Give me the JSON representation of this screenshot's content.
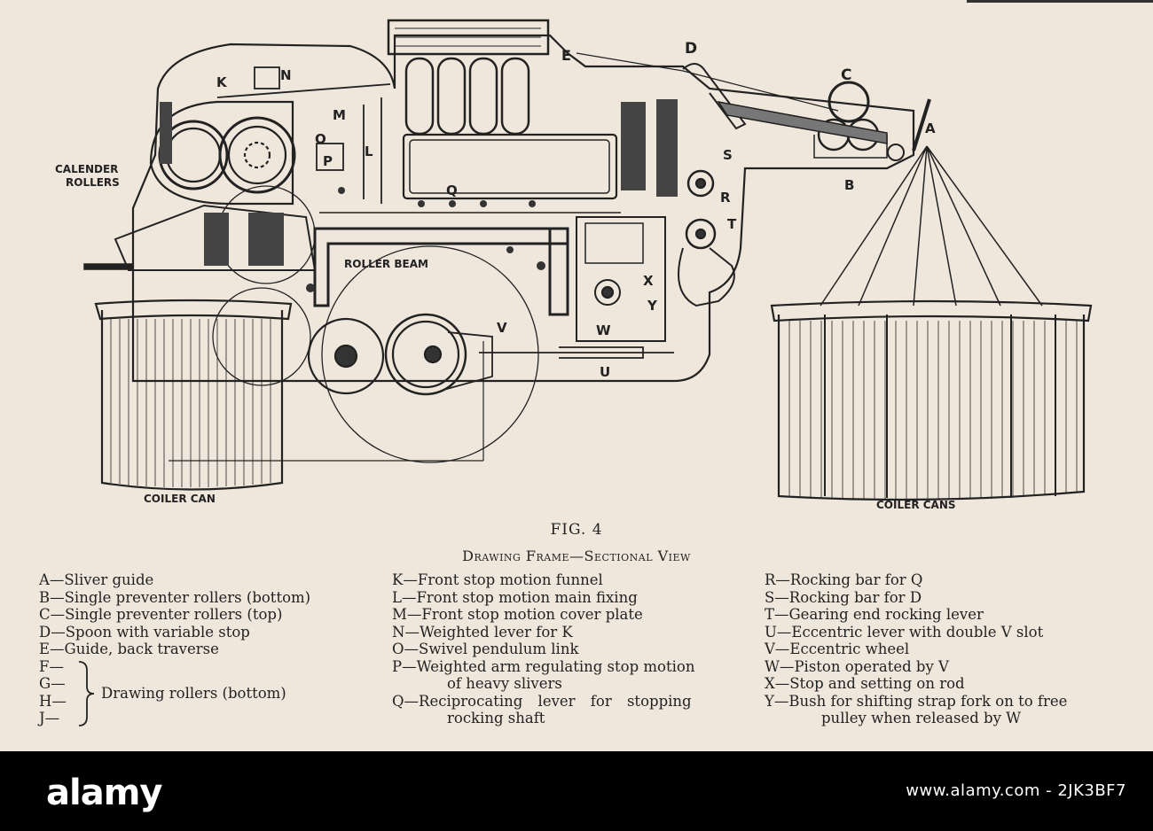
{
  "labels": {
    "calender": [
      "CALENDER",
      "ROLLERS"
    ],
    "roller_beam": "ROLLER BEAM",
    "coiler_can": "COILER CAN",
    "coiler_cans": "COILER CANS",
    "letters": {
      "A": "A",
      "B": "B",
      "C": "C",
      "D": "D",
      "E": "E",
      "F": "F",
      "G": "G",
      "H": "H",
      "J": "J",
      "K": "K",
      "L": "L",
      "M": "M",
      "N": "N",
      "O": "O",
      "P": "P",
      "Q": "Q",
      "R": "R",
      "S": "S",
      "T": "T",
      "U": "U",
      "V": "V",
      "W": "W",
      "X": "X",
      "Y": "Y"
    }
  },
  "caption": {
    "figure": "FIG. 4",
    "title": "Drawing Frame—Sectional View"
  },
  "legend": {
    "col1": [
      "A—Sliver guide",
      "B—Single preventer rollers (bottom)",
      "C—Single preventer rollers (top)",
      "D—Spoon with variable stop",
      "E—Guide, back traverse"
    ],
    "drawing_rollers": {
      "letters": [
        "F—",
        "G—",
        "H—",
        "J—"
      ],
      "text": "Drawing rollers (bottom)"
    },
    "col2": [
      {
        "text": "K—Front stop motion funnel"
      },
      {
        "text": "L—Front stop motion main fixing"
      },
      {
        "text": "M—Front stop motion cover plate"
      },
      {
        "text": "N—Weighted lever for K"
      },
      {
        "text": "O—Swivel pendulum link"
      },
      {
        "text": "P—Weighted arm regulating stop motion",
        "cont": "of heavy slivers"
      },
      {
        "text": "Q—Reciprocating lever for stopping",
        "cont": "rocking shaft"
      }
    ],
    "col3": [
      {
        "text": "R—Rocking bar for Q"
      },
      {
        "text": "S—Rocking bar for D"
      },
      {
        "text": "T—Gearing end rocking lever"
      },
      {
        "text": "U—Eccentric lever with double V slot"
      },
      {
        "text": "V—Eccentric wheel"
      },
      {
        "text": "W—Piston operated by V"
      },
      {
        "text": "X—Stop and setting on rod"
      },
      {
        "text": "Y—Bush for shifting strap fork on to free",
        "cont": "pulley when released by W"
      }
    ]
  },
  "footer": {
    "logo": "alamy",
    "image_id": "www.alamy.com - 2JK3BF7"
  },
  "colors": {
    "paper": "#efe7dc",
    "ink": "#222222",
    "footer": "#000000"
  }
}
